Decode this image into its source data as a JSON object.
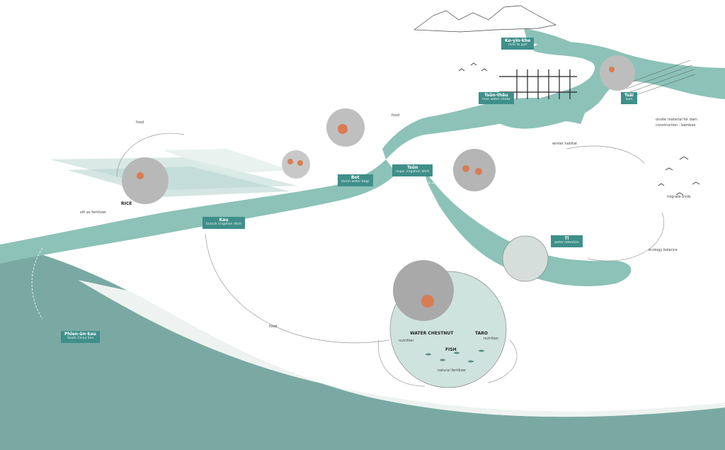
{
  "colors": {
    "water": "#8cc2b8",
    "sea": "#7aa9a3",
    "tag_bg": "#3f8f8a",
    "photo_orange": "#d97c52"
  },
  "tags": [
    {
      "id": "ko-yin-khe",
      "title": "Ko-yin-khe",
      "sub": "river to gulf"
    },
    {
      "id": "tsun-tho",
      "title": "Tsûn-thâu",
      "sub": "river water intake"
    },
    {
      "id": "tsai",
      "title": "Tsâi",
      "sub": "dam"
    },
    {
      "id": "bot",
      "title": "Bot",
      "sub": "storm water bags"
    },
    {
      "id": "tsun",
      "title": "Tsûn",
      "sub": "major irrigation ditch"
    },
    {
      "id": "kau",
      "title": "Kau",
      "sub": "branch irrigation ditch"
    },
    {
      "id": "ti",
      "title": "Tî",
      "sub": "water retention"
    },
    {
      "id": "pin-kau",
      "title": "Phîen-ûn-kau",
      "sub": "South China Sea"
    }
  ],
  "notes": {
    "food_top": "food",
    "food_mid": "food",
    "food_bottom": "food",
    "silt": "silt as fertilizer",
    "winter": "winter habitat",
    "migrate": "migrate birds",
    "ecology": "ecology balance",
    "onsite_1": "onsite material for dam",
    "onsite_2": "construction - bamboo",
    "nutrition_left": "nutrition",
    "nutrition_right": "nutrition",
    "fertilizer": "natural fertilizer"
  },
  "crops": {
    "rice": "RICE",
    "water_chestnut": "WATER CHESTNUT",
    "taro": "TARO",
    "fish": "FISH"
  }
}
